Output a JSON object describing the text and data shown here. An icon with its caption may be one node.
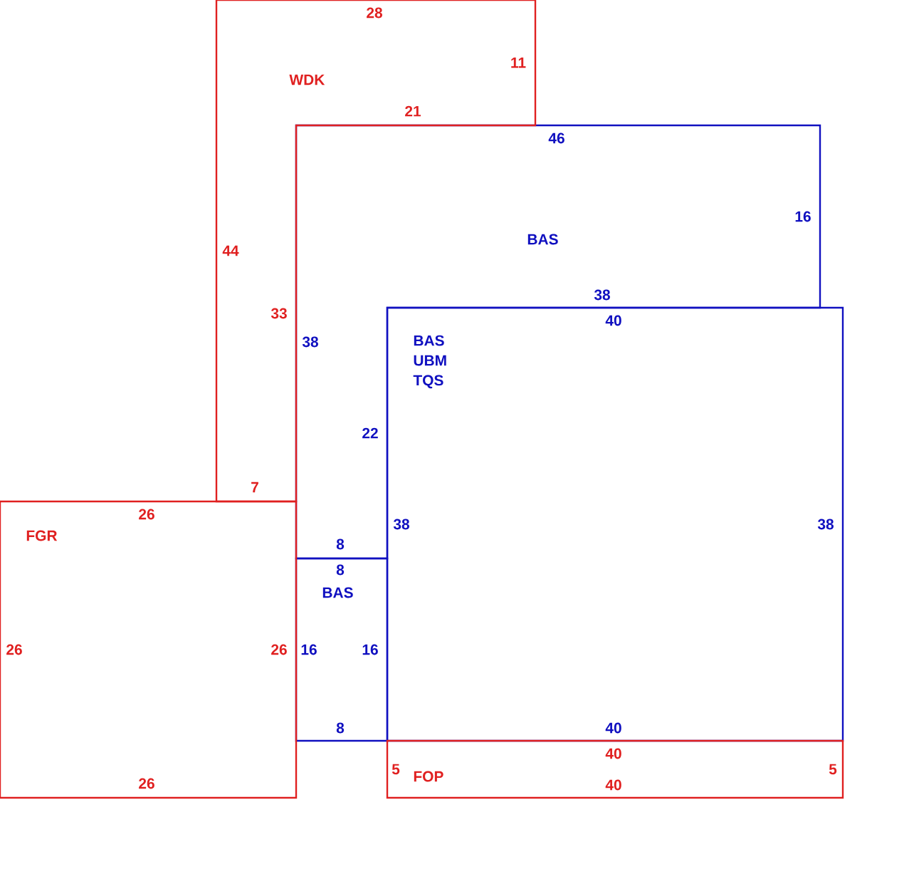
{
  "diagram": {
    "nodes": [
      {
        "text": [
          "WDK"
        ]
      },
      {
        "text": [
          "BAS"
        ]
      },
      {
        "text": [
          "BAS",
          "UBM",
          "TQS"
        ]
      },
      {
        "text": [
          "BAS"
        ]
      },
      {
        "text": [
          "FGR"
        ]
      },
      {
        "text": [
          "FOP"
        ]
      }
    ],
    "labels": [
      "28",
      "11",
      "21",
      "46",
      "16",
      "44",
      "38",
      "33",
      "40",
      "38",
      "22",
      "7",
      "26",
      "38",
      "38",
      "8",
      "8",
      "26",
      "26",
      "16",
      "16",
      "8",
      "40",
      "40",
      "5",
      "5",
      "26",
      "40"
    ]
  }
}
